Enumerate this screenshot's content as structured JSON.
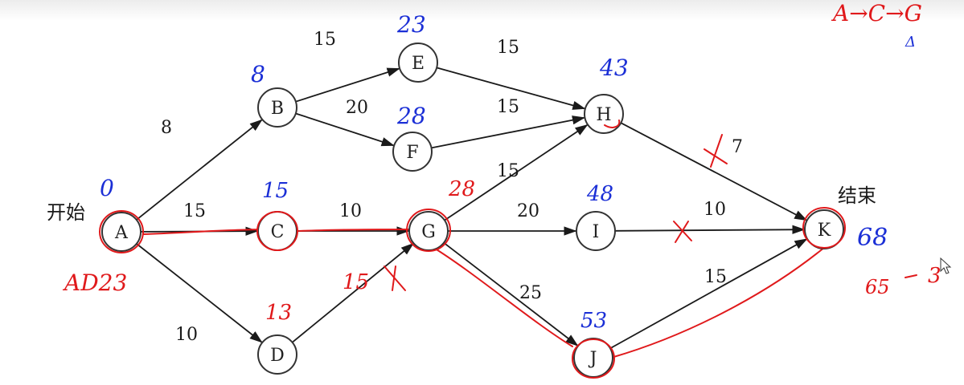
{
  "colors": {
    "edge": "#1a1a1a",
    "ink_red": "#e0191b",
    "ink_blue": "#1b2fd6"
  },
  "diagram": {
    "nodes": [
      {
        "id": "A",
        "label": "A"
      },
      {
        "id": "B",
        "label": "B"
      },
      {
        "id": "C",
        "label": "C"
      },
      {
        "id": "D",
        "label": "D"
      },
      {
        "id": "E",
        "label": "E"
      },
      {
        "id": "F",
        "label": "F"
      },
      {
        "id": "G",
        "label": "G"
      },
      {
        "id": "H",
        "label": "H"
      },
      {
        "id": "I",
        "label": "I"
      },
      {
        "id": "J",
        "label": "J"
      },
      {
        "id": "K",
        "label": "K"
      }
    ],
    "edges": [
      {
        "from": "A",
        "to": "B",
        "weight": "8"
      },
      {
        "from": "A",
        "to": "C",
        "weight": "15"
      },
      {
        "from": "A",
        "to": "D",
        "weight": "10"
      },
      {
        "from": "B",
        "to": "E",
        "weight": "15"
      },
      {
        "from": "B",
        "to": "F",
        "weight": "20"
      },
      {
        "from": "E",
        "to": "H",
        "weight": "15"
      },
      {
        "from": "F",
        "to": "H",
        "weight": "15"
      },
      {
        "from": "C",
        "to": "G",
        "weight": "10"
      },
      {
        "from": "D",
        "to": "G",
        "weight": "15"
      },
      {
        "from": "G",
        "to": "H",
        "weight": "15"
      },
      {
        "from": "G",
        "to": "I",
        "weight": "20"
      },
      {
        "from": "G",
        "to": "J",
        "weight": "25"
      },
      {
        "from": "H",
        "to": "K",
        "weight": "7"
      },
      {
        "from": "I",
        "to": "K",
        "weight": "10"
      },
      {
        "from": "J",
        "to": "K",
        "weight": "15"
      }
    ],
    "start_label": "开始",
    "end_label": "结束"
  },
  "annotations": {
    "A": "0",
    "B": "8",
    "C": "15",
    "D": "13",
    "E": "23",
    "F": "28",
    "G": "28",
    "H": "43",
    "I": "48",
    "J": "53",
    "K": "68",
    "D_to_G_note": "15",
    "A_note": "AD23",
    "K_note": "65",
    "K_note2": "3",
    "top_right": "A→C→G",
    "top_right_mark": "Δ"
  }
}
